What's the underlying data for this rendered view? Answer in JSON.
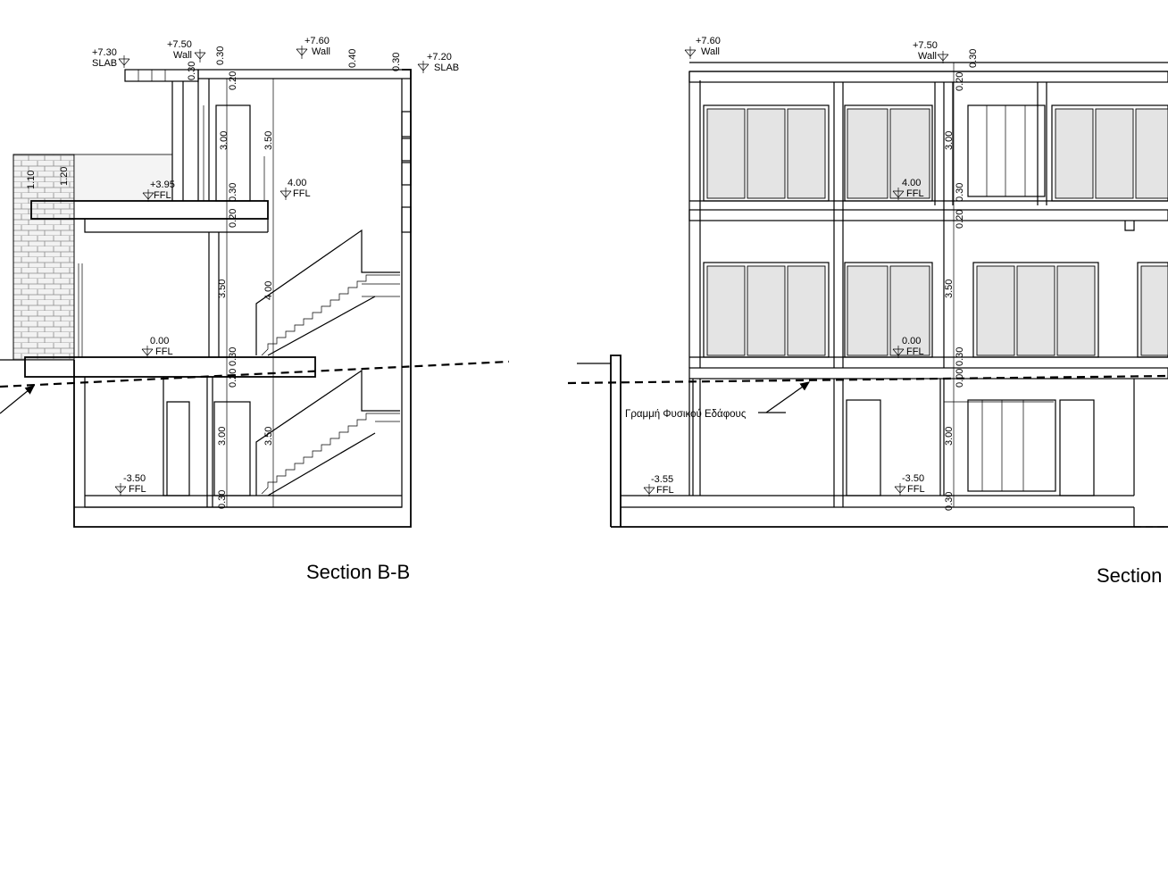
{
  "section_bb": {
    "title": "Section B-B",
    "levels": {
      "slab_left": "+7.30",
      "slab_left_tag": "SLAB",
      "wall_a": "+7.50",
      "wall_a_tag": "Wall",
      "wall_b": "+7.60",
      "wall_b_tag": "Wall",
      "slab_right": "+7.20",
      "slab_right_tag": "SLAB",
      "terrace": "+3.95",
      "terrace_tag": "FFL",
      "first_floor": "4.00",
      "first_floor_tag": "FFL",
      "ground_floor": "0.00",
      "ground_floor_tag": "FFL",
      "basement": "-3.50",
      "basement_tag": "FFL"
    },
    "dims": {
      "d030_top": "0.30",
      "d030_mid": "0.30",
      "d040": "0.40",
      "d030_right": "0.30",
      "d020_top": "0.20",
      "d300_top": "3.00",
      "d350_stair": "3.50",
      "d110": "1.10",
      "d120": "1.20",
      "d030_l1": "0.30",
      "d020_l1": "0.20",
      "d350_l1": "3.50",
      "d400": "4.00",
      "d030_l0": "0.30",
      "d020_l0": "0.20",
      "d300_b": "3.00",
      "d350_b": "3.50",
      "d030_b": "0.30"
    }
  },
  "section_right": {
    "title": "Section",
    "ground_line_label": "Γραμμή Φυσικού Εδάφους",
    "levels": {
      "wall_a": "+7.60",
      "wall_a_tag": "Wall",
      "wall_b": "+7.50",
      "wall_b_tag": "Wall",
      "first_floor": "4.00",
      "first_floor_tag": "FFL",
      "ground_floor": "0.00",
      "ground_floor_tag": "FFL",
      "basement_a": "-3.55",
      "basement_a_tag": "FFL",
      "basement_b": "-3.50",
      "basement_b_tag": "FFL"
    },
    "dims": {
      "d030_top": "0.30",
      "d020_top": "0.20",
      "d300_top": "3.00",
      "d030_l1": "0.30",
      "d020_l1": "0.20",
      "d350_l1": "3.50",
      "d030_l0": "0.30",
      "d000_l0": "0.00",
      "d300_b": "3.00",
      "d030_b": "0.30"
    }
  }
}
